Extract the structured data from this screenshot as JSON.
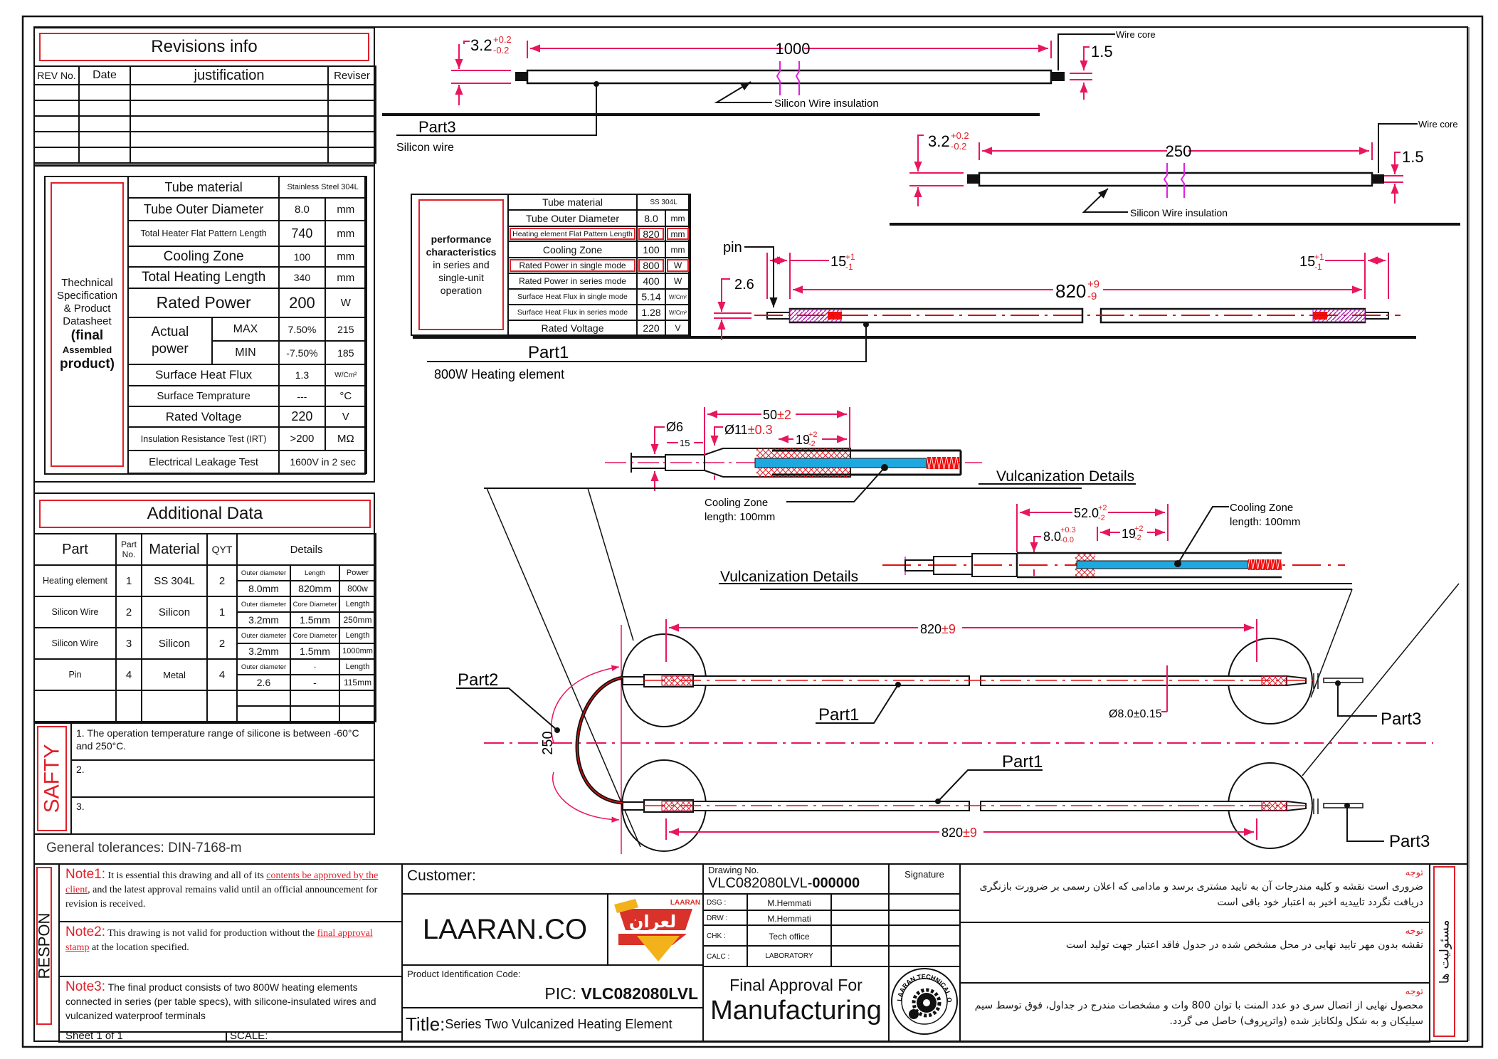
{
  "revisions": {
    "title": "Revisions info",
    "headers": [
      "REV No.",
      "Date",
      "justification",
      "Reviser"
    ],
    "rows": 5
  },
  "spec": {
    "side_label_1": "Thechnical Specification & Product Datasheet",
    "side_label_2": "(final",
    "side_label_3": "Assembled",
    "side_label_4": "product)",
    "tube_material": {
      "label": "Tube material",
      "value": "Stainless Steel 304L"
    },
    "tube_od": {
      "label": "Tube Outer Diameter",
      "value": "8.0",
      "unit": "mm"
    },
    "flat_length": {
      "label": "Total Heater Flat Pattern Length",
      "value": "740",
      "unit": "mm"
    },
    "cooling_zone": {
      "label": "Cooling Zone",
      "value": "100",
      "unit": "mm"
    },
    "heating_length": {
      "label": "Total Heating Length",
      "value": "340",
      "unit": "mm"
    },
    "rated_power": {
      "label": "Rated Power",
      "value": "200",
      "unit": "W"
    },
    "actual_power": {
      "label": "Actual power",
      "max_label": "MAX",
      "max_pct": "7.50%",
      "max_value": "215",
      "min_label": "MIN",
      "min_pct": "-7.50%",
      "min_value": "185"
    },
    "heat_flux": {
      "label": "Surface Heat Flux",
      "value": "1.3",
      "unit": "W/Cm²"
    },
    "surface_temp": {
      "label": "Surface Temprature",
      "value": "---",
      "unit": "°C"
    },
    "rated_voltage": {
      "label": "Rated Voltage",
      "value": "220",
      "unit": "V"
    },
    "irt": {
      "label": "Insulation Resistance Test (IRT)",
      "value": ">200",
      "unit": "MΩ"
    },
    "leakage": {
      "label": "Electrical Leakage Test",
      "value": "1600V in 2 sec"
    }
  },
  "additional": {
    "title": "Additional Data",
    "headers": {
      "part": "Part",
      "part_no": "Part No.",
      "material": "Material",
      "qty": "QYT",
      "details": "Details"
    },
    "rows": [
      {
        "part": "Heating element",
        "no": "1",
        "material": "SS 304L",
        "qty": "2",
        "d_labels": [
          "Outer diameter",
          "Length",
          "Power"
        ],
        "d_values": [
          "8.0mm",
          "820mm",
          "800w"
        ]
      },
      {
        "part": "Silicon Wire",
        "no": "2",
        "material": "Silicon",
        "qty": "1",
        "d_labels": [
          "Outer diameter",
          "Core Diameter",
          "Length"
        ],
        "d_values": [
          "3.2mm",
          "1.5mm",
          "250mm"
        ]
      },
      {
        "part": "Silicon Wire",
        "no": "3",
        "material": "Silicon",
        "qty": "2",
        "d_labels": [
          "Outer diameter",
          "Core Diameter",
          "Length"
        ],
        "d_values": [
          "3.2mm",
          "1.5mm",
          "1000mm"
        ]
      },
      {
        "part": "Pin",
        "no": "4",
        "material": "Metal",
        "qty": "4",
        "d_labels": [
          "Outer diameter",
          "-",
          "Length"
        ],
        "d_values": [
          "2.6",
          "-",
          "115mm"
        ]
      }
    ]
  },
  "safety": {
    "label": "SAFTY",
    "items": [
      "1. The operation temperature range of silicone is between -60°C and 250°C.",
      "2.",
      "3."
    ]
  },
  "general_tolerances": "General tolerances: DIN-7168-m",
  "performance": {
    "side_bold": "performance characteristic",
    "side_bold2": "s",
    "side_rest": " in series and single-unit operation",
    "rows": [
      {
        "label": "Tube material",
        "value": "SS 304L",
        "unit": ""
      },
      {
        "label": "Tube Outer Diameter",
        "value": "8.0",
        "unit": "mm"
      },
      {
        "label": "Heating element Flat Pattern Length",
        "value": "820",
        "unit": "mm"
      },
      {
        "label": "Cooling Zone",
        "value": "100",
        "unit": "mm"
      },
      {
        "label": "Rated Power in single mode",
        "value": "800",
        "unit": "W"
      },
      {
        "label": "Rated Power in series mode",
        "value": "400",
        "unit": "W"
      },
      {
        "label": "Surface Heat Flux in single mode",
        "value": "5.14",
        "unit": "W/Cm²"
      },
      {
        "label": "Surface Heat Flux in series mode",
        "value": "1.28",
        "unit": "W/Cm²"
      },
      {
        "label": "Rated Voltage",
        "value": "220",
        "unit": "V"
      }
    ]
  },
  "drawing": {
    "part3": {
      "dim_len": "1000",
      "dim_od": "3.2",
      "tol_plus": "+0.2",
      "tol_minus": "-0.2",
      "core": "1.5",
      "wire_core": "Wire core",
      "insulation": "Silicon Wire insulation",
      "label": "Part3",
      "sub": "Silicon wire"
    },
    "part2": {
      "dim_len": "250",
      "dim_od": "3.2",
      "tol_plus": "+0.2",
      "tol_minus": "-0.2",
      "core": "1.5",
      "wire_core": "Wire core",
      "insulation": "Silicon Wire insulation"
    },
    "part1": {
      "pin": "pin",
      "pin_dia": "2.6",
      "dim_15": "15",
      "tol15_plus": "+1",
      "tol15_minus": "-1",
      "dim_len": "820",
      "tol_plus": "+9",
      "tol_minus": "-9",
      "label": "Part1",
      "sub": "800W Heating element"
    },
    "vulc1": {
      "d50": "50",
      "d50_tol": "±2",
      "d6": "Ø6",
      "d11": "Ø11",
      "d11_tol": "±0.3",
      "d15": "15",
      "d19": "19",
      "t_plus": "+2",
      "t_minus": "-2",
      "title": "Vulcanization Details",
      "cooling_1": "Cooling Zone",
      "cooling_2": "length: 100mm"
    },
    "vulc2": {
      "d52": "52.0",
      "d8": "8.0",
      "d8_plus": "+0.3",
      "d8_minus": "-0.0",
      "d19": "19",
      "t_plus": "+2",
      "t_minus": "-2",
      "title": "Vulcanization Details",
      "cooling_1": "Cooling Zone",
      "cooling_2": "length: 100mm"
    },
    "assembly": {
      "dim_top": "820",
      "dim_bottom": "820",
      "tol": "±9",
      "dia": "Ø8.0±0.15",
      "bend": "250",
      "part1_a": "Part1",
      "part1_b": "Part1",
      "part2": "Part2",
      "part3_a": "Part3",
      "part3_b": "Part3"
    }
  },
  "title_block": {
    "respon": "RESPON",
    "note1_label": "Note1:",
    "note1_a": " It is essential this drawing and all of its ",
    "note1_link": "contents be approved by the client",
    "note1_b": ", and the latest approval remains valid until an official announcement for revision is received.",
    "note2_label": "Note2:",
    "note2_a": "  This drawing is not valid for production without the ",
    "note2_link": "final approval stamp",
    "note2_b": " at the location specified.",
    "note3_label": "Note3:",
    "note3_text": "  The final product consists of two 800W heating elements connected in series (per table specs), with silicone-insulated wires and vulcanized waterproof terminals",
    "sheet": "Sheet 1 of 1",
    "scale": "SCALE:",
    "customer_label": "Customer:",
    "company": "LAARAN.CO",
    "logo_text": "LAARAN",
    "logo_fa": "لعران",
    "pic_label": "Product Identification Code:",
    "pic_prefix": "PIC: ",
    "pic_code": "VLC082080LVL",
    "title_label": "Title:",
    "title_text": "Series Two Vulcanized Heating Element",
    "drawing_no_label": "Drawing No.",
    "drawing_no_a": "VLC082080LVL-",
    "drawing_no_b": "000000",
    "signature": "Signature",
    "people": [
      {
        "role": "DSG :",
        "name": "M.Hemmati"
      },
      {
        "role": "DRW :",
        "name": "M.Hemmati"
      },
      {
        "role": "CHK :",
        "name": "Tech office"
      },
      {
        "role": "CALC :",
        "name": "LABORATORY"
      }
    ],
    "approval_1": "Final Approval For",
    "approval_2": "Manufacturing",
    "stamp_text": "LAARAN TECHNICAL OFFICE",
    "fa_notes": [
      {
        "title": "توجه",
        "text": "ضروری است نقشه و کلیه مندرجات آن به تایید مشتری برسد و مادامی که اعلان رسمی بر ضرورت بازنگری دریافت نگردد تاییدیه اخیر به اعتبار خود باقی است"
      },
      {
        "title": "توجه",
        "text": "نقشه بدون مهر تایید نهایی در محل مشخص شده در جدول فاقد اعتبار جهت تولید است"
      },
      {
        "title": "توجه",
        "text": "محصول نهایی از اتصال سری دو عدد المنت با توان 800 وات و مشخصات مندرج در جداول، فوق توسط سیم سیلیکان و به شکل ولکانایز شده (واترپروف) حاصل می گردد."
      }
    ],
    "fa_side": "مسئولیت ها"
  },
  "colors": {
    "accent_red": "#e0202a",
    "dim_pink": "#e8175d",
    "magenta": "#e020e0",
    "blue": "#1ea8e0"
  }
}
